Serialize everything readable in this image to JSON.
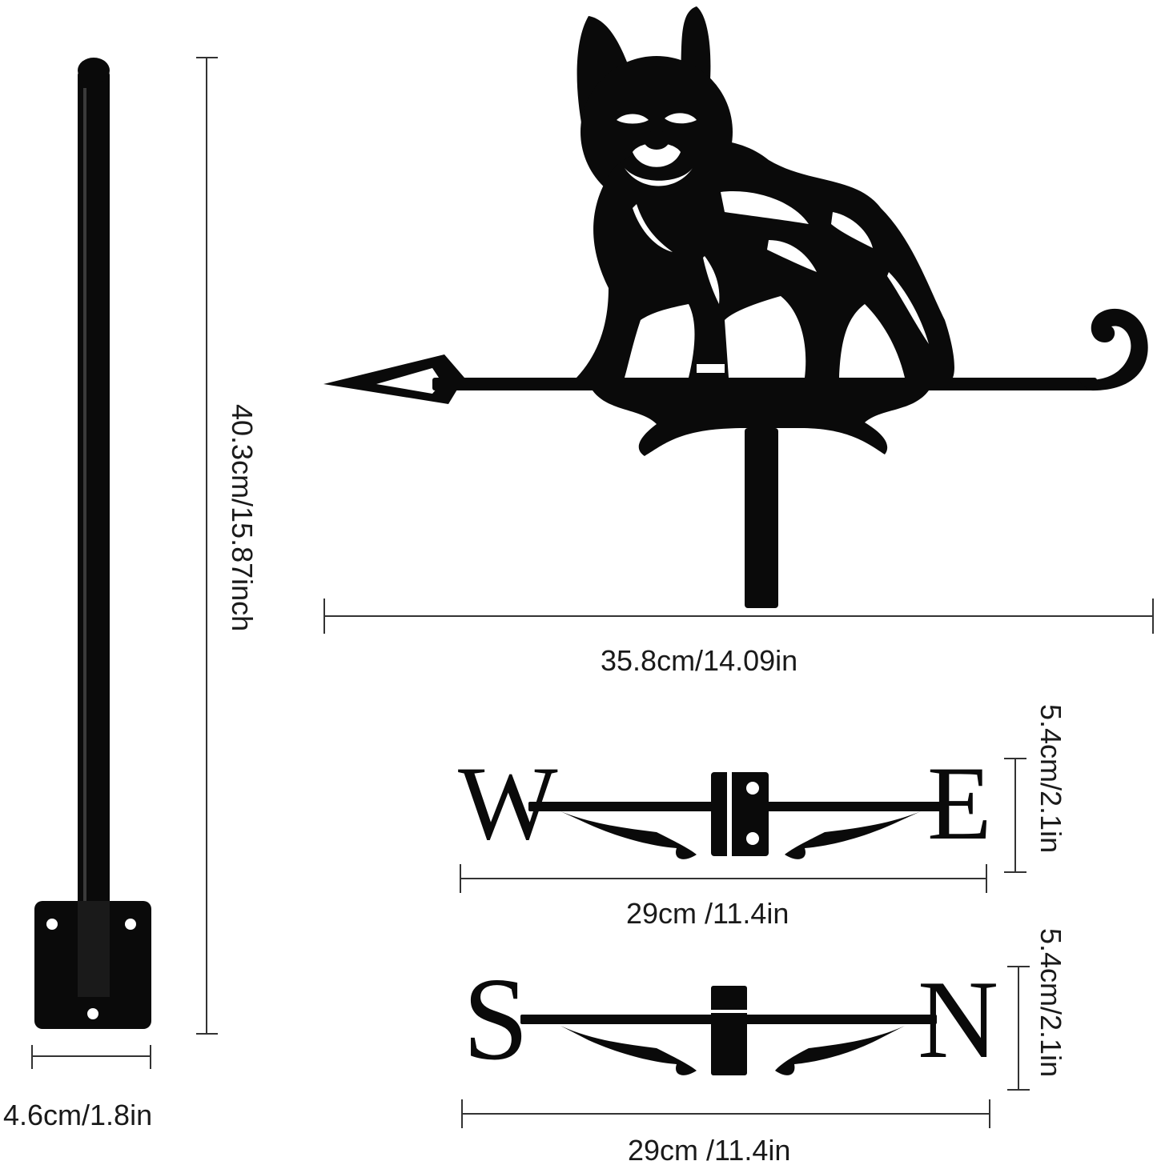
{
  "colors": {
    "ink": "#0a0a0a",
    "dimension_line": "#333333",
    "background": "#ffffff"
  },
  "pole": {
    "height_label": "40.3cm/15.87inch",
    "base_width_label": "4.6cm/1.8in"
  },
  "vane": {
    "width_label": "35.8cm/14.09in",
    "figure_icon": "french-bulldog-icon"
  },
  "compass_we": {
    "left_letter": "W",
    "right_letter": "E",
    "width_label": "29cm /11.4in",
    "height_label": "5.4cm/2.1in"
  },
  "compass_sn": {
    "left_letter": "S",
    "right_letter": "N",
    "width_label": "29cm /11.4in",
    "height_label": "5.4cm/2.1in"
  }
}
